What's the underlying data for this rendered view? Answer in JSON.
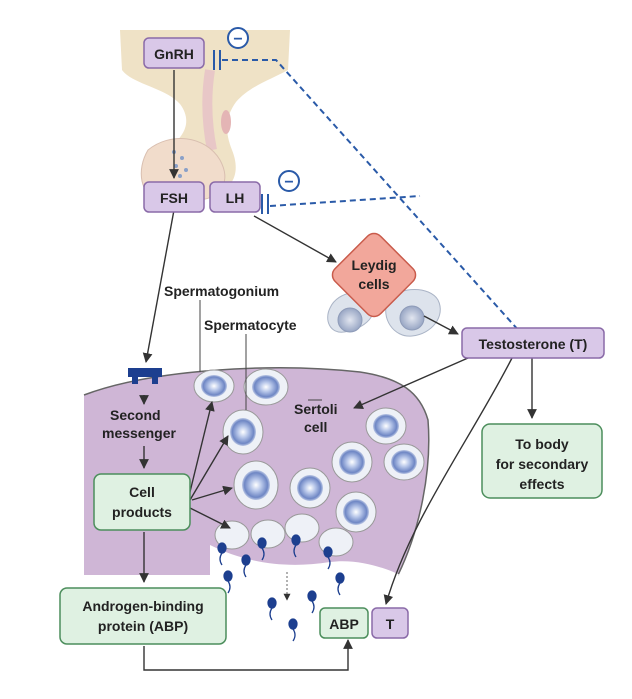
{
  "labels": {
    "gnrh": "GnRH",
    "fsh": "FSH",
    "lh": "LH",
    "leydig_line1": "Leydig",
    "leydig_line2": "cells",
    "testosterone": "Testosterone (T)",
    "spermatogonium": "Spermatogonium",
    "spermatocyte": "Spermatocyte",
    "sertoli_line1": "Sertoli",
    "sertoli_line2": "cell",
    "second_messenger_line1": "Second",
    "second_messenger_line2": "messenger",
    "cell_products_line1": "Cell",
    "cell_products_line2": "products",
    "to_body_line1": "To body",
    "to_body_line2": "for secondary",
    "to_body_line3": "effects",
    "abp_full_line1": "Androgen-binding",
    "abp_full_line2": "protein (ABP)",
    "abp_short": "ABP",
    "t_short": "T",
    "minus_symbol": "−"
  },
  "colors": {
    "hormone_box": "#d9c8e8",
    "hormone_border": "#8a6aa8",
    "product_box": "#dff1e2",
    "product_border": "#4c8e5c",
    "leydig": "#f2a79b",
    "leydig_border": "#c95b4b",
    "tubule": "#cfb6d6",
    "hypothalamus": "#efe2c6",
    "pituitary": "#f1dccb",
    "feedback": "#2a5aa8"
  }
}
